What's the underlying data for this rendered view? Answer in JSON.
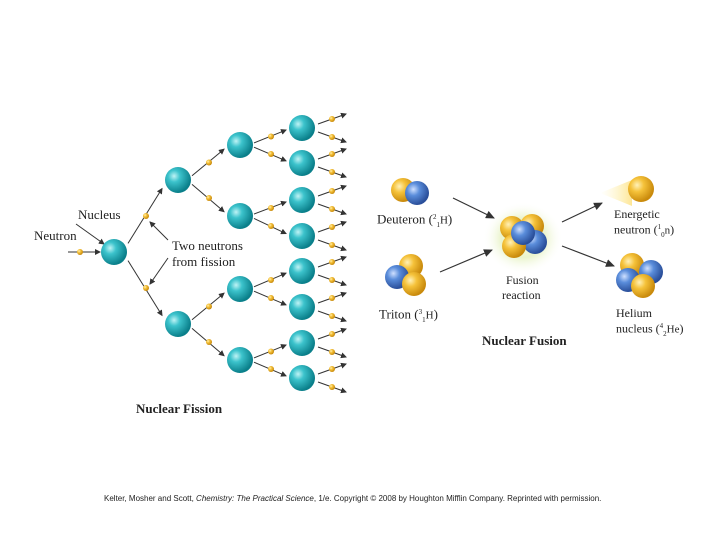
{
  "fission": {
    "title": "Nuclear Fission",
    "label_nucleus": "Nucleus",
    "label_neutron": "Neutron",
    "label_two_neutrons_line1": "Two neutrons",
    "label_two_neutrons_line2": "from fission"
  },
  "fusion": {
    "title": "Nuclear Fusion",
    "label_deuteron": "Deuteron (",
    "deuteron_symbol": "H",
    "deuteron_mass": "2",
    "deuteron_charge": "1",
    "label_triton": "Triton (",
    "triton_symbol": "H",
    "triton_mass": "3",
    "triton_charge": "1",
    "label_fusion_line1": "Fusion",
    "label_fusion_line2": "reaction",
    "label_energetic_line1": "Energetic",
    "label_energetic_line2": "neutron (",
    "neutron_symbol": "n",
    "neutron_mass": "1",
    "neutron_charge": "0",
    "label_helium_line1": "Helium",
    "label_helium_line2": "nucleus (",
    "helium_symbol": "He",
    "helium_mass": "4",
    "helium_charge": "2",
    "close_paren": ")"
  },
  "credit": {
    "authors": "Kelter, Mosher and Scott, ",
    "book": "Chemistry: The Practical Science",
    "rest": ", 1/e. Copyright © 2008 by Houghton Mifflin Company. Reprinted with permission."
  },
  "colors": {
    "nucleus_teal": "#1fb3bf",
    "neutron_gold": "#f2b52a",
    "proton_blue": "#4a7fd0",
    "arrow": "#333333"
  }
}
